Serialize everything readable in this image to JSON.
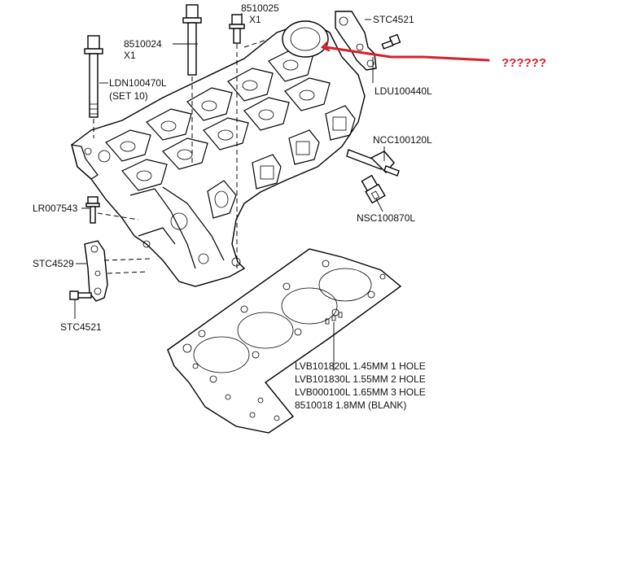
{
  "labels": {
    "ldn": "LDN100470L",
    "ldn_set": "(SET 10)",
    "bolt_8510024": "8510024",
    "bolt_8510024_qty": "X1",
    "bolt_8510025": "8510025",
    "bolt_8510025_qty": "X1",
    "stc_top": "STC4521",
    "ldu": "LDU100440L",
    "question": "??????",
    "ncc": "NCC100120L",
    "nsc": "NSC100870L",
    "lr": "LR007543",
    "stc4529": "STC4529",
    "stc_bottom": "STC4521",
    "gasket_1": "LVB101820L 1.45MM 1 HOLE",
    "gasket_2": "LVB101830L 1.55MM 2 HOLE",
    "gasket_3": "LVB000100L 1.65MM 3 HOLE",
    "gasket_4": "8510018 1.8MM (BLANK)"
  },
  "colors": {
    "annotation": "#d4202a",
    "line": "#000000"
  }
}
